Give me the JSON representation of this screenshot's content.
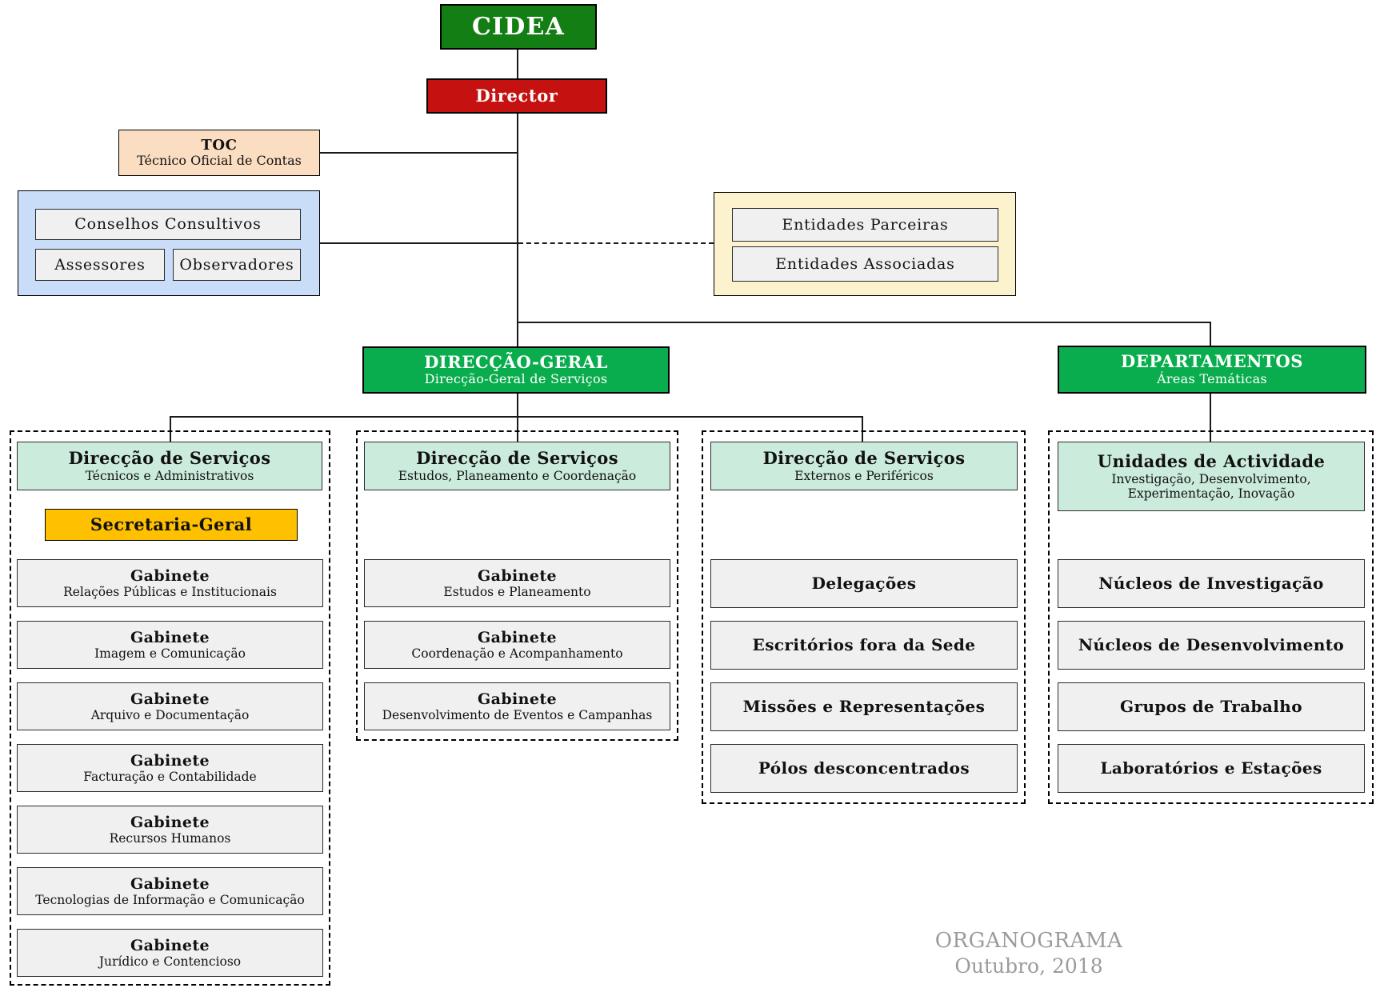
{
  "cidea": {
    "title": "CIDEA"
  },
  "director": {
    "label": "Director"
  },
  "toc": {
    "title": "TOC",
    "subtitle": "Técnico Oficial de Contas"
  },
  "advisory": {
    "council": "Conselhos Consultivos",
    "assessors": "Assessores",
    "observers": "Observadores"
  },
  "entities": {
    "partners": "Entidades Parceiras",
    "associates": "Entidades Associadas"
  },
  "direccao_geral": {
    "title": "DIRECÇÃO-GERAL",
    "subtitle": "Direcção-Geral de Serviços"
  },
  "departamentos": {
    "title": "DEPARTAMENTOS",
    "subtitle": "Áreas Temáticas"
  },
  "columns": [
    {
      "header": {
        "title": "Direcção de Serviços",
        "subtitle": "Técnicos e Administrativos"
      },
      "special": "Secretaria-Geral",
      "items": [
        {
          "title": "Gabinete",
          "subtitle": "Relações Públicas e Institucionais"
        },
        {
          "title": "Gabinete",
          "subtitle": "Imagem e Comunicação"
        },
        {
          "title": "Gabinete",
          "subtitle": "Arquivo e Documentação"
        },
        {
          "title": "Gabinete",
          "subtitle": "Facturação e Contabilidade"
        },
        {
          "title": "Gabinete",
          "subtitle": "Recursos Humanos"
        },
        {
          "title": "Gabinete",
          "subtitle": "Tecnologias de Informação e Comunicação"
        },
        {
          "title": "Gabinete",
          "subtitle": "Jurídico e Contencioso"
        }
      ]
    },
    {
      "header": {
        "title": "Direcção de Serviços",
        "subtitle": "Estudos, Planeamento e Coordenação"
      },
      "items": [
        {
          "title": "Gabinete",
          "subtitle": "Estudos e Planeamento"
        },
        {
          "title": "Gabinete",
          "subtitle": "Coordenação e Acompanhamento"
        },
        {
          "title": "Gabinete",
          "subtitle": "Desenvolvimento de Eventos e Campanhas"
        }
      ]
    },
    {
      "header": {
        "title": "Direcção de Serviços",
        "subtitle": "Externos e Periféricos"
      },
      "items": [
        {
          "title": "Delegações"
        },
        {
          "title": "Escritórios fora da Sede"
        },
        {
          "title": "Missões e Representações"
        },
        {
          "title": "Pólos desconcentrados"
        }
      ]
    },
    {
      "header": {
        "title": "Unidades de Actividade",
        "subtitle": "Investigação, Desenvolvimento,",
        "subtitle2": "Experimentação, Inovação"
      },
      "items": [
        {
          "title": "Núcleos de Investigação"
        },
        {
          "title": "Núcleos de Desenvolvimento"
        },
        {
          "title": "Grupos de Trabalho"
        },
        {
          "title": "Laboratórios e Estações"
        }
      ]
    }
  ],
  "footer": {
    "line1": "ORGANOGRAMA",
    "line2": "Outubro, 2018"
  },
  "colors": {
    "cidea_green": "#137E13",
    "command_green": "#0AAD4E",
    "director_red": "#C61111",
    "toc_peach": "#FBDEC1",
    "advisory_blue": "#C9DDF8",
    "entities_yellow": "#FCF2CD",
    "header_mint": "#CBEBDC",
    "secretaria_gold": "#FFC000",
    "item_gray": "#F0F0F0",
    "footer_gray": "#9B9B9B",
    "line_black": "#1a1a1a"
  }
}
